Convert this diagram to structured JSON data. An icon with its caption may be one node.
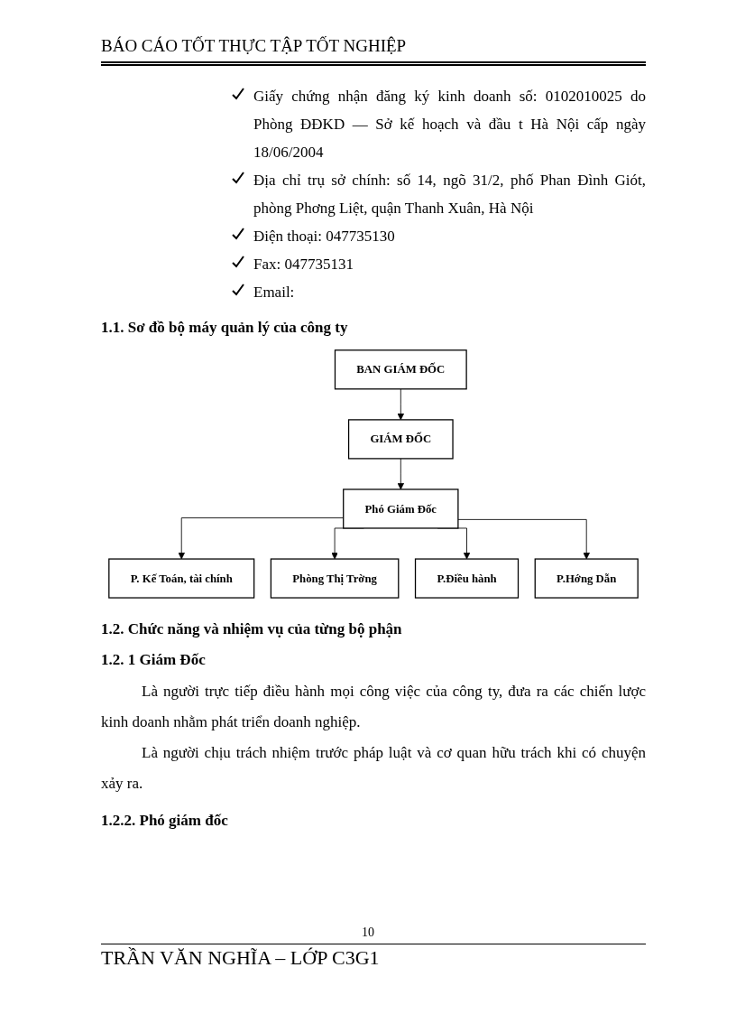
{
  "diagram": {
    "title": "1.1. Sơ đồ bộ máy quản lý của công ty",
    "nodes": [
      {
        "text": [
          "BAN GIÁM ĐỐC"
        ]
      },
      {
        "text": [
          "GIÁM ĐỐC"
        ]
      },
      {
        "text": [
          "Phó Giám Đốc"
        ]
      },
      {
        "text": [
          "P. Kế Toán, tài chính"
        ]
      },
      {
        "text": [
          "Phòng Thị Trờng"
        ]
      },
      {
        "text": [
          "P.Điều hành"
        ]
      },
      {
        "text": [
          "P.Hớng Dẫn"
        ]
      }
    ],
    "edges": [
      {
        "from": 0,
        "to": 1,
        "arrow": "to"
      },
      {
        "from": 1,
        "to": 2,
        "arrow": "to"
      },
      {
        "from": 2,
        "to": 3,
        "arrow": "to"
      },
      {
        "from": 2,
        "to": 4,
        "arrow": "to"
      },
      {
        "from": 2,
        "to": 5,
        "arrow": "to"
      },
      {
        "from": 2,
        "to": 6,
        "arrow": "to"
      }
    ],
    "labels": [
      "BÁO CÁO TỐT THỰC TẬP TỐT NGHIỆP",
      "Giấy chứng nhận đăng ký kinh doanh số: 0102010025 do Phòng ĐĐKD — Sở kế hoạch và đầu t Hà Nội cấp ngày 18/06/2004",
      "Địa chỉ trụ sở chính: số 14, ngõ 31/2, phố Phan Đình Giót, phòng Phơng Liệt, quận Thanh Xuân, Hà Nội",
      "Điện thoại: 047735130",
      "Fax: 047735131",
      "Email:",
      "1.2. Chức năng và nhiệm vụ của từng bộ phận",
      "1.2. 1 Giám Đốc",
      "Là người trực tiếp điều hành mọi công việc của công ty, đưa ra các chiến lược kinh doanh nhằm phát triển doanh nghiệp.",
      "Là người chịu trách nhiệm trước pháp luật và cơ quan hữu trách khi có chuyện xảy ra.",
      "1.2.2. Phó giám đốc",
      "10",
      "TRẦN VĂN NGHĨA – LỚP C3G1"
    ]
  }
}
